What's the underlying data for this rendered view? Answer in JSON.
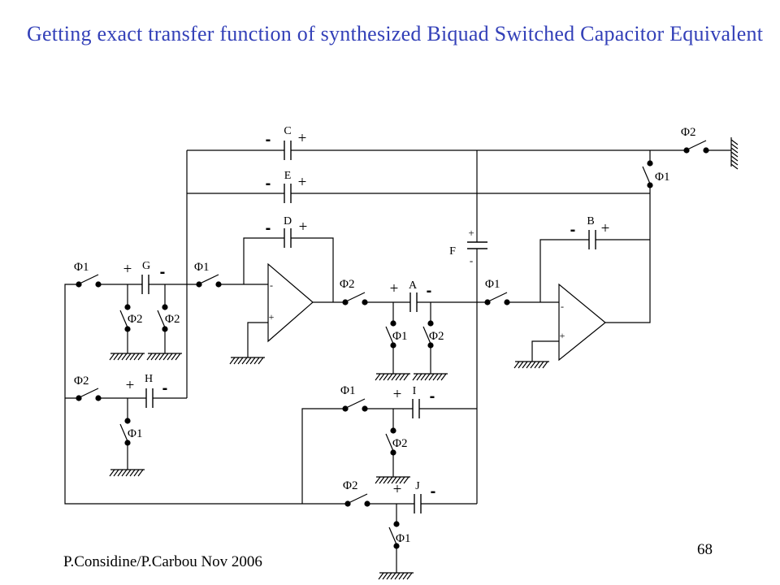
{
  "slide": {
    "title": "Getting exact transfer function of synthesized Biquad Switched Capacitor Equivalent",
    "author_date": "P.Considine/P.Carbou Nov 2006",
    "page_number": "68"
  },
  "colors": {
    "title": "#3340b8",
    "ink": "#000000",
    "background": "#ffffff"
  },
  "circuit": {
    "capacitors": {
      "C": {
        "name": "C",
        "minus": "-",
        "plus": "+"
      },
      "E": {
        "name": "E",
        "minus": "-",
        "plus": "+"
      },
      "D": {
        "name": "D",
        "minus": "-",
        "plus": "+"
      },
      "B": {
        "name": "B",
        "minus": "-",
        "plus": "+"
      },
      "F": {
        "name": "F",
        "minus": "-",
        "plus": "+"
      },
      "G": {
        "name": "G",
        "minus": "-",
        "plus": "+"
      },
      "H": {
        "name": "H",
        "minus": "-",
        "plus": "+"
      },
      "A": {
        "name": "A",
        "minus": "-",
        "plus": "+"
      },
      "I": {
        "name": "I",
        "minus": "-",
        "plus": "+"
      },
      "J": {
        "name": "J",
        "minus": "-",
        "plus": "+"
      }
    },
    "switches": {
      "ground_out": "Φ2",
      "output_reset": "Φ1",
      "g_input": "Φ1",
      "g_output": "Φ1",
      "g_shunt_left": "Φ2",
      "g_shunt_right": "Φ2",
      "h_input": "Φ2",
      "h_shunt": "Φ1",
      "a_input": "Φ2",
      "a_shunt_left": "Φ1",
      "a_shunt_right": "Φ2",
      "a_output": "Φ1",
      "i_input": "Φ1",
      "i_shunt": "Φ2",
      "j_input": "Φ2",
      "j_shunt": "Φ1"
    },
    "opamps": [
      {
        "inverting": "-",
        "non_inverting": "+"
      },
      {
        "inverting": "-",
        "non_inverting": "+"
      }
    ]
  }
}
